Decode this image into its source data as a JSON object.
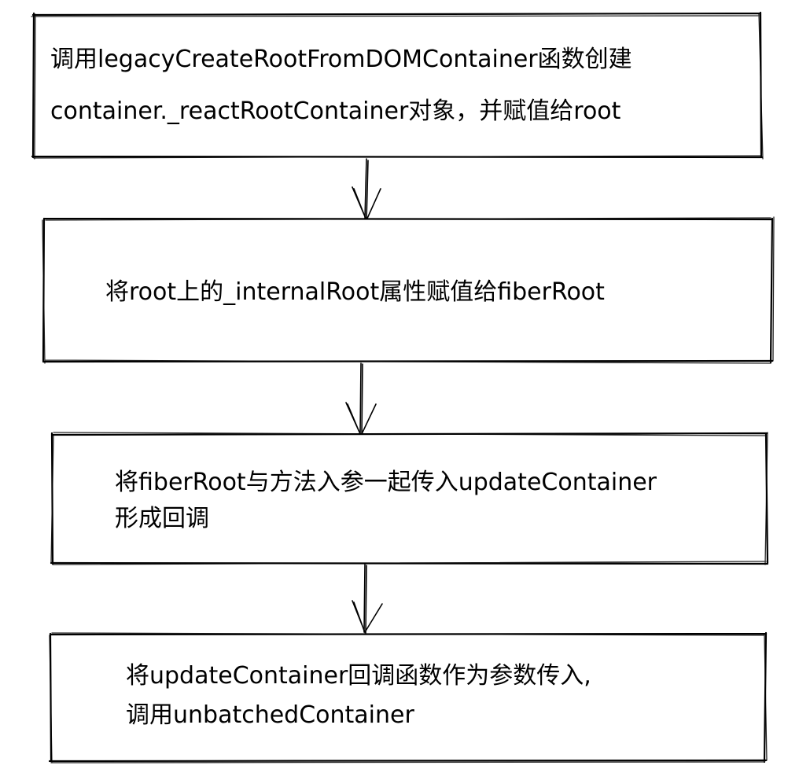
{
  "diagram": {
    "steps": [
      {
        "lines": [
          "调用legacyCreateRootFromDOMContainer函数创建",
          "container._reactRootContainer对象，并赋值给root"
        ]
      },
      {
        "lines": [
          "将root上的_internalRoot属性赋值给fiberRoot"
        ]
      },
      {
        "lines": [
          "将fiberRoot与方法入参一起传入updateContainer",
          "形成回调"
        ]
      },
      {
        "lines": [
          "将updateContainer回调函数作为参数传入,",
          "调用unbatchedContainer"
        ]
      }
    ],
    "colors": {
      "stroke": "#000000",
      "background": "#ffffff"
    },
    "style": "hand-drawn"
  }
}
